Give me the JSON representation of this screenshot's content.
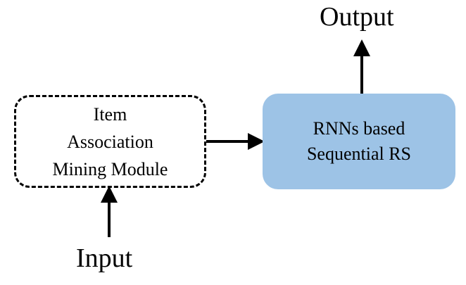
{
  "mining_module": {
    "lines": [
      "Item",
      "Association",
      "Mining Module"
    ],
    "border_style": "dashed",
    "fill_color": "#ffffff"
  },
  "rnn_module": {
    "lines": [
      "RNNs based",
      "Sequential RS"
    ],
    "fill_color": "#9dc3e6"
  },
  "output_label": "Output",
  "input_label": "Input",
  "arrow_color": "#000000",
  "connections": [
    {
      "from": "input",
      "to": "mining_module"
    },
    {
      "from": "mining_module",
      "to": "rnn_module"
    },
    {
      "from": "rnn_module",
      "to": "output"
    }
  ]
}
